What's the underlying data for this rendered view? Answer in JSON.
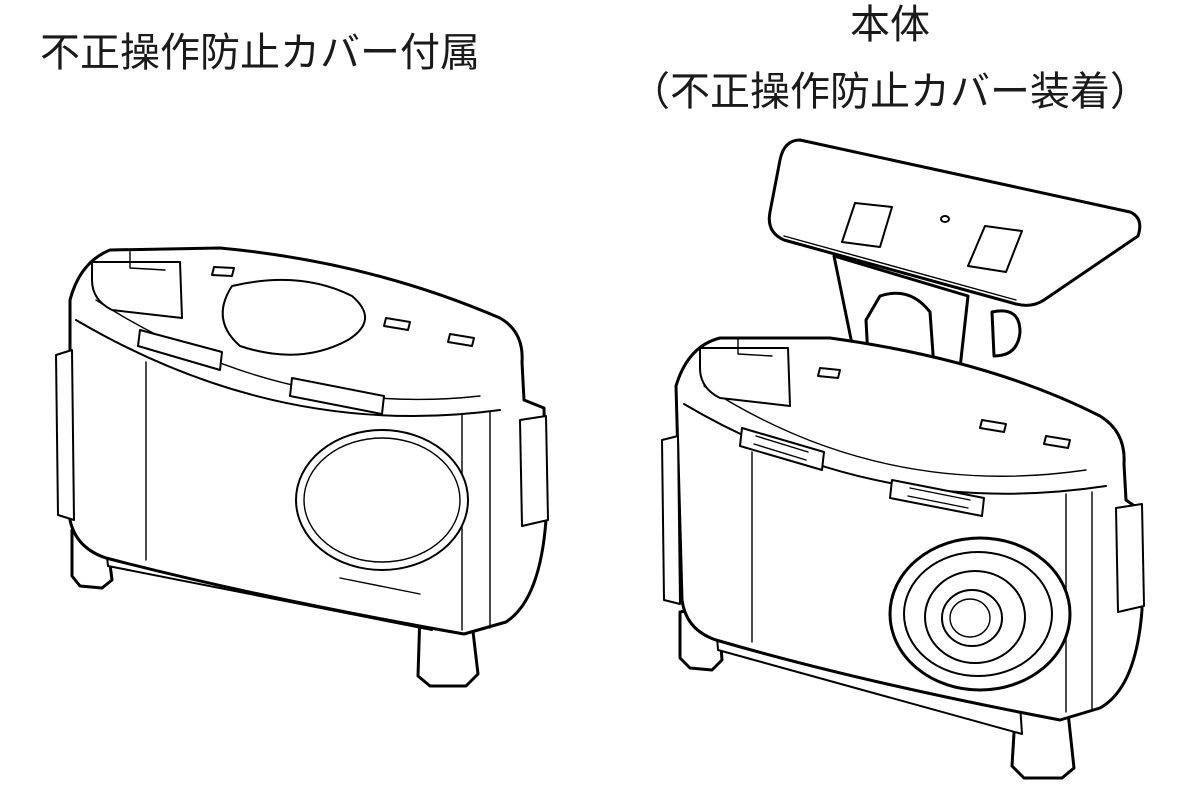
{
  "captions": {
    "left": "不正操作防止カバー付属",
    "right_line1": "本体",
    "right_line2": "（不正操作防止カバー装着）"
  },
  "colors": {
    "background": "#ffffff",
    "line": "#000000",
    "text": "#1a1a1a"
  }
}
